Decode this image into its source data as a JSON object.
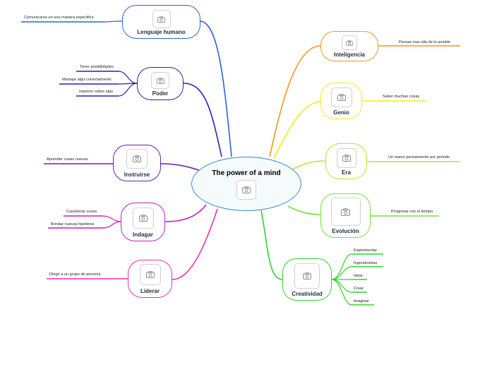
{
  "center": {
    "title": "The power of a mind",
    "icon": "camera-icon"
  },
  "topics": {
    "lenguaje": {
      "label": "Lenguaje humano",
      "color": "#2d62d6",
      "leaves": [
        "Comunicarse en una manera especifica"
      ]
    },
    "poder": {
      "label": "Poder",
      "color": "#2a1fb8",
      "leaves": [
        "Tener posibilidades",
        "Manejar algo correctamente",
        "Imponer sobre algo"
      ]
    },
    "instruirse": {
      "label": "Instruirse",
      "color": "#6a1fb0",
      "leaves": [
        "Aprender cosas nuevas"
      ]
    },
    "indagar": {
      "label": "Indagar",
      "color": "#c41fc4",
      "leaves": [
        "Cuestionar cosas",
        "Brindar nuevas hipótesis"
      ]
    },
    "liderar": {
      "label": "Liderar",
      "color": "#e234b4",
      "leaves": [
        "Dirigir a un grupo de persona"
      ]
    },
    "inteligencia": {
      "label": "Inteligencia",
      "color": "#f3961b",
      "leaves": [
        "Pensar mas alla de lo posible"
      ]
    },
    "genio": {
      "label": "Genio",
      "color": "#f4ea1a",
      "leaves": [
        "Saber muchas cosas"
      ]
    },
    "era": {
      "label": "Era",
      "color": "#b2ea2a",
      "leaves": [
        "Un nuevo pensamiento por periodo"
      ]
    },
    "evolucion": {
      "label": "Evolución",
      "color": "#72e23a",
      "leaves": [
        "Progresar con el tiempo"
      ]
    },
    "creatividad": {
      "label": "Creatividad",
      "color": "#2cd62c",
      "leaves": [
        "Experimentar",
        "Ingeniárselas",
        "Idear",
        "Crear",
        "Imaginar"
      ]
    }
  }
}
